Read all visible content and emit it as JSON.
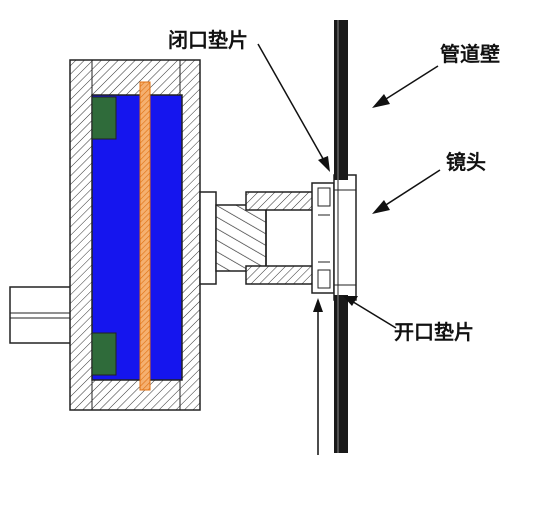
{
  "labels": {
    "closed_gasket": "闭口垫片",
    "pipe_wall": "管道壁",
    "lens": "镜头",
    "open_gasket": "开口垫片"
  },
  "colors": {
    "chamber_fill": "#1515ee",
    "seal_block": "#2f6b3a",
    "orange_rod": "#f08a2a",
    "pipe_wall": "#1a1a1a",
    "outline": "#222222",
    "hatch": "#333333",
    "background": "#ffffff"
  }
}
